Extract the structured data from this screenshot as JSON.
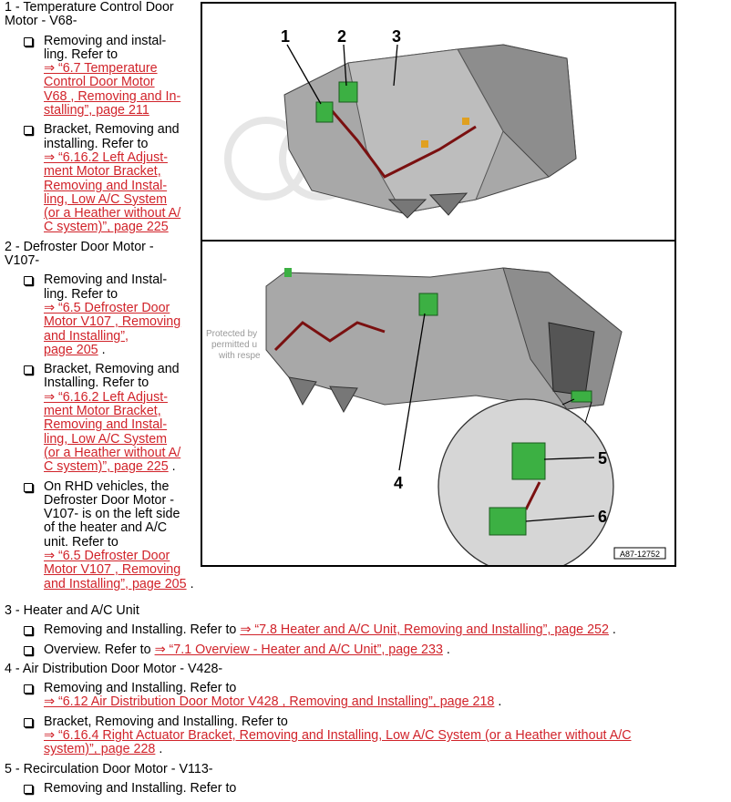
{
  "items": [
    {
      "header": "1 - Temperature Control Door\nMotor - V68-",
      "entries": [
        {
          "text": "Removing and instal-\nling. Refer to\n",
          "link": "⇒ “6.7  Temperature\nControl Door Motor\nV68 , Removing and In-\nstalling”, page 211",
          "after": ""
        },
        {
          "text": "Bracket, Removing and\ninstalling. Refer to\n",
          "link": "⇒ “6.16.2 Left Adjust-\nment Motor Bracket,\nRemoving and Instal-\nling, Low A/C System\n(or a Heather without A/\nC system)”, page 225",
          "after": ""
        }
      ]
    },
    {
      "header": "2 - Defroster Door Motor -\nV107-",
      "entries": [
        {
          "text": "Removing and Instal-\nling. Refer to\n",
          "link": "⇒ “6.5  Defroster Door\nMotor V107 , Removing\nand Installing”,\npage 205",
          "after": " ."
        },
        {
          "text": "Bracket, Removing and\nInstalling. Refer to\n",
          "link": "⇒ “6.16.2 Left Adjust-\nment Motor Bracket,\nRemoving and Instal-\nling, Low A/C System\n(or a Heather without A/\nC system)”, page 225",
          "after": " ."
        },
        {
          "text": "On RHD vehicles, the\nDefroster Door Motor -\nV107- is on the left side\nof the heater and A/C\nunit. Refer to\n",
          "link": "⇒ “6.5  Defroster Door\nMotor V107 , Removing\nand Installing”, page 205",
          "after": " ."
        }
      ]
    },
    {
      "header": "3 - Heater and A/C Unit",
      "entries": [
        {
          "text": "Removing and Installing. Refer to ",
          "link": "⇒ “7.8 Heater and A/C Unit, Removing and Installing”, page 252",
          "after": " ."
        },
        {
          "text": "Overview. Refer to ",
          "link": "⇒ “7.1 Overview - Heater and A/C Unit”, page 233",
          "after": " ."
        }
      ]
    },
    {
      "header": "4 - Air Distribution Door Motor - V428-",
      "entries": [
        {
          "text": "Removing and Installing. Refer to\n",
          "link": "⇒ “6.12  Air Distribution Door Motor V428 , Removing and Installing”, page 218",
          "after": " ."
        },
        {
          "text": "Bracket, Removing and Installing. Refer to\n",
          "link": "⇒ “6.16.4 Right Actuator Bracket, Removing and Installing, Low A/C System (or a Heather without A/C\nsystem)”, page 228",
          "after": " ."
        }
      ]
    },
    {
      "header": "5 - Recirculation Door Motor - V113-",
      "entries": [
        {
          "text": "Removing and Installing. Refer to",
          "link": "",
          "after": ""
        }
      ]
    }
  ],
  "figure": {
    "callouts": [
      "1",
      "2",
      "3",
      "4",
      "5",
      "6"
    ],
    "watermark_text": [
      "Protected by",
      "permitted u",
      "with respe"
    ],
    "figure_id": "A87-12752"
  },
  "colors": {
    "link": "#d1232a",
    "motor": "#3cb043",
    "housing": "#9a9a9a",
    "wire": "#7a1010"
  }
}
